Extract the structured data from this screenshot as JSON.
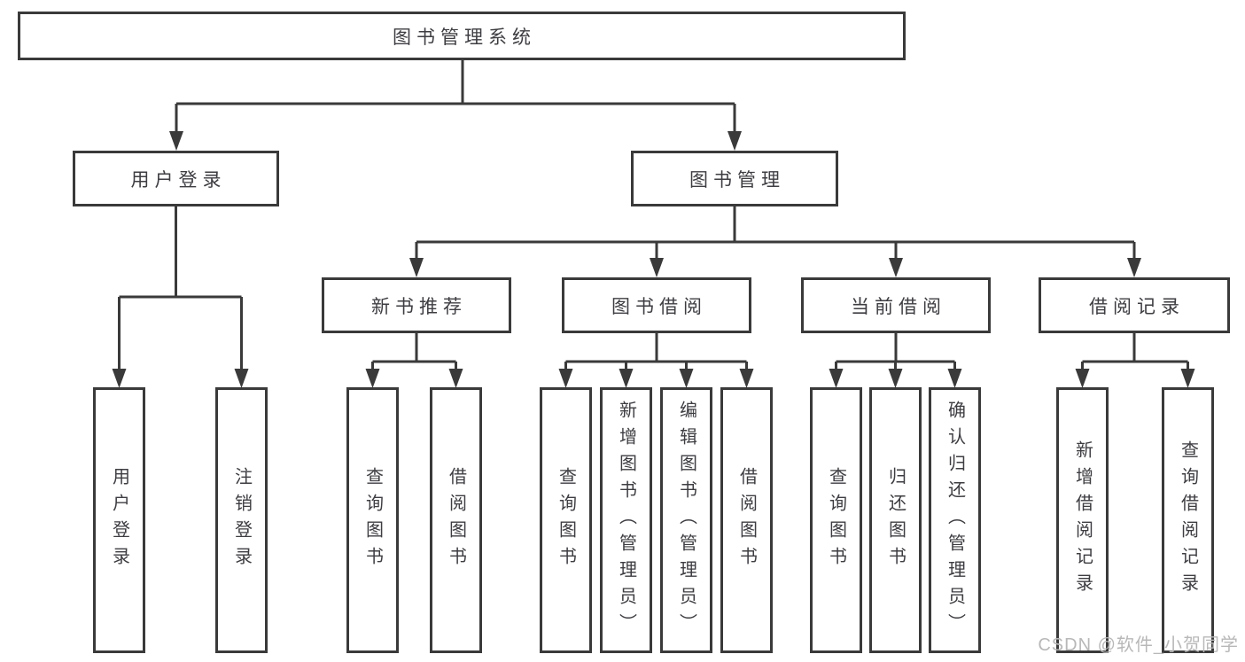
{
  "diagram": {
    "root": {
      "label": "图书管理系统"
    },
    "branches": [
      {
        "label": "用户登录",
        "children": [
          {
            "label": "用户登录"
          },
          {
            "label": "注销登录"
          }
        ]
      },
      {
        "label": "图书管理",
        "children": [
          {
            "label": "新书推荐",
            "children": [
              {
                "label": "查询图书"
              },
              {
                "label": "借阅图书"
              }
            ]
          },
          {
            "label": "图书借阅",
            "children": [
              {
                "label": "查询图书"
              },
              {
                "label": "新增图书（管理员）"
              },
              {
                "label": "编辑图书（管理员）"
              },
              {
                "label": "借阅图书"
              }
            ]
          },
          {
            "label": "当前借阅",
            "children": [
              {
                "label": "查询图书"
              },
              {
                "label": "归还图书"
              },
              {
                "label": "确认归还（管理员）"
              }
            ]
          },
          {
            "label": "借阅记录",
            "children": [
              {
                "label": "新增借阅记录"
              },
              {
                "label": "查询借阅记录"
              }
            ]
          }
        ]
      }
    ]
  },
  "watermark": {
    "text": "CSDN @软件_小贺同学"
  },
  "colors": {
    "line": "#3a3a3a",
    "text": "#3d3d42",
    "watermark": "#b8b8b8",
    "background": "#ffffff"
  }
}
